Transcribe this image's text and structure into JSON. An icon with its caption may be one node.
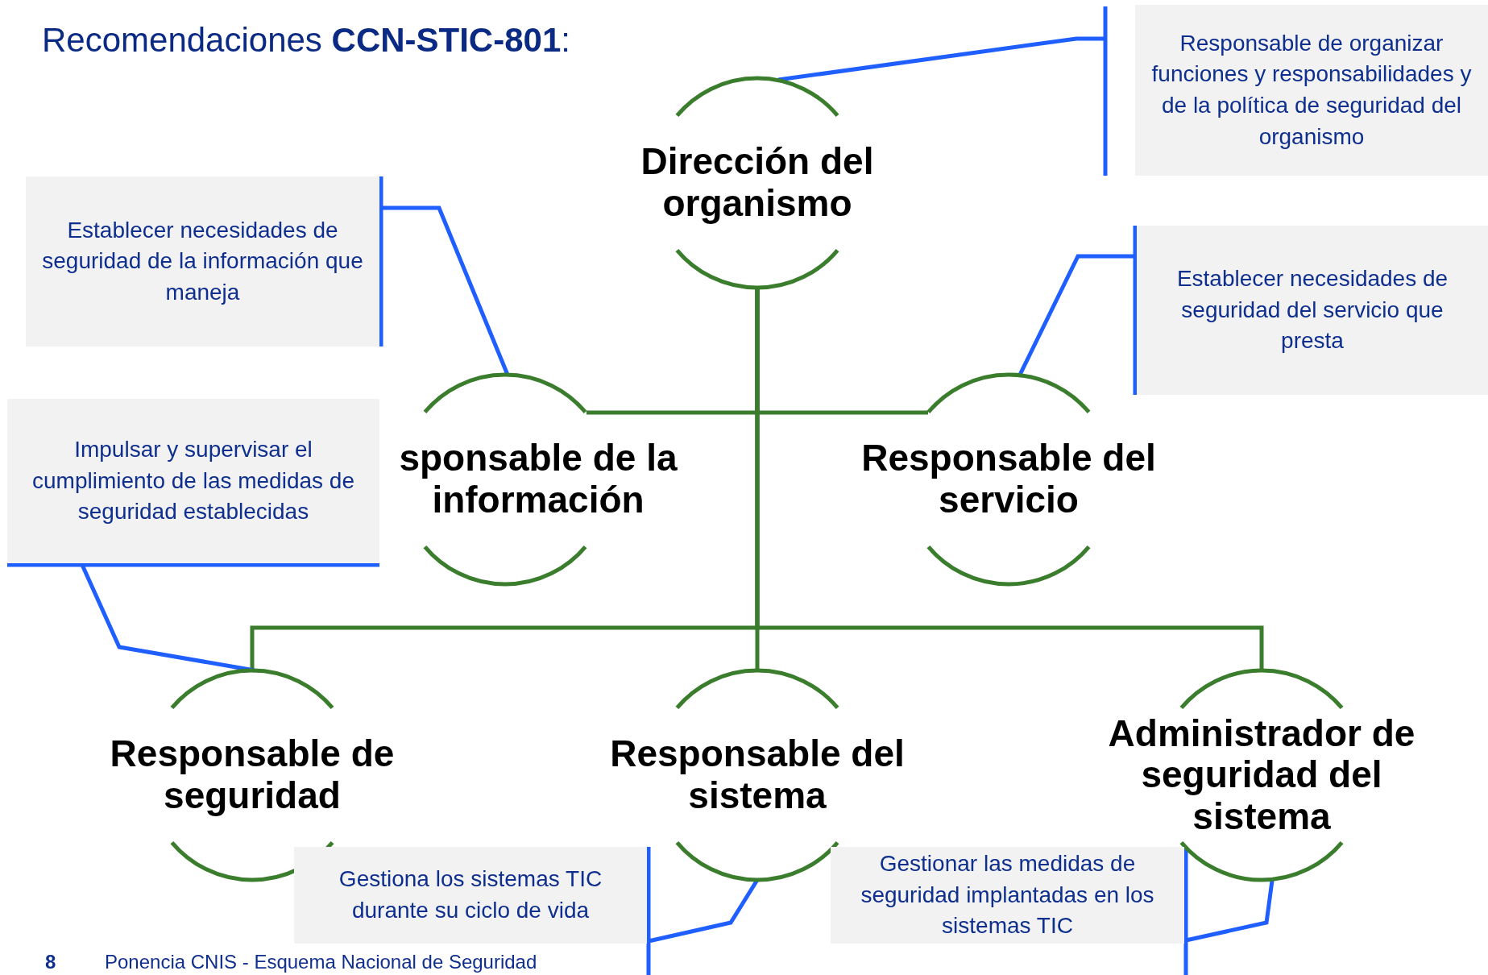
{
  "diagram": {
    "title": "Recomendaciones **CCN-STIC-801**:",
    "nodes": [
      {
        "text": [
          "Dirección del organismo"
        ]
      },
      {
        "text": [
          "sponsable de la información"
        ]
      },
      {
        "text": [
          "Responsable del servicio"
        ]
      },
      {
        "text": [
          "Responsable de seguridad"
        ]
      },
      {
        "text": [
          "Responsable del sistema"
        ]
      },
      {
        "text": [
          "Administrador de seguridad del sistema"
        ]
      },
      {
        "text": [
          "Responsable de organizar funciones y responsabilidades y de la política de seguridad del organismo"
        ]
      },
      {
        "text": [
          "Establecer necesidades de seguridad de la información que maneja"
        ]
      },
      {
        "text": [
          "Establecer necesidades de seguridad del servicio que presta"
        ]
      },
      {
        "text": [
          "Impulsar y supervisar el cumplimiento de las medidas de seguridad establecidas"
        ]
      },
      {
        "text": [
          "Gestiona los sistemas TIC durante su ciclo de vida"
        ]
      },
      {
        "text": [
          "Gestionar las medidas de seguridad implantadas en los sistemas TIC"
        ]
      }
    ],
    "edges": [
      {
        "from": 0,
        "to": 1,
        "arrow": "none",
        "color": "#3a7d2c"
      },
      {
        "from": 0,
        "to": 2,
        "arrow": "none",
        "color": "#3a7d2c"
      },
      {
        "from": 0,
        "to": 3,
        "arrow": "none",
        "color": "#3a7d2c"
      },
      {
        "from": 0,
        "to": 4,
        "arrow": "none",
        "color": "#3a7d2c"
      },
      {
        "from": 0,
        "to": 5,
        "arrow": "none",
        "color": "#3a7d2c"
      },
      {
        "from": 6,
        "to": 0,
        "arrow": "none",
        "color": "#1f5fff"
      },
      {
        "from": 7,
        "to": 1,
        "arrow": "none",
        "color": "#1f5fff"
      },
      {
        "from": 8,
        "to": 2,
        "arrow": "none",
        "color": "#1f5fff"
      },
      {
        "from": 9,
        "to": 3,
        "arrow": "none",
        "color": "#1f5fff"
      },
      {
        "from": 10,
        "to": 4,
        "arrow": "none",
        "color": "#1f5fff"
      },
      {
        "from": 11,
        "to": 5,
        "arrow": "none",
        "color": "#1f5fff"
      }
    ],
    "labels": [
      "8",
      "Ponencia CNIS - Esquema Nacional de Seguridad"
    ]
  }
}
